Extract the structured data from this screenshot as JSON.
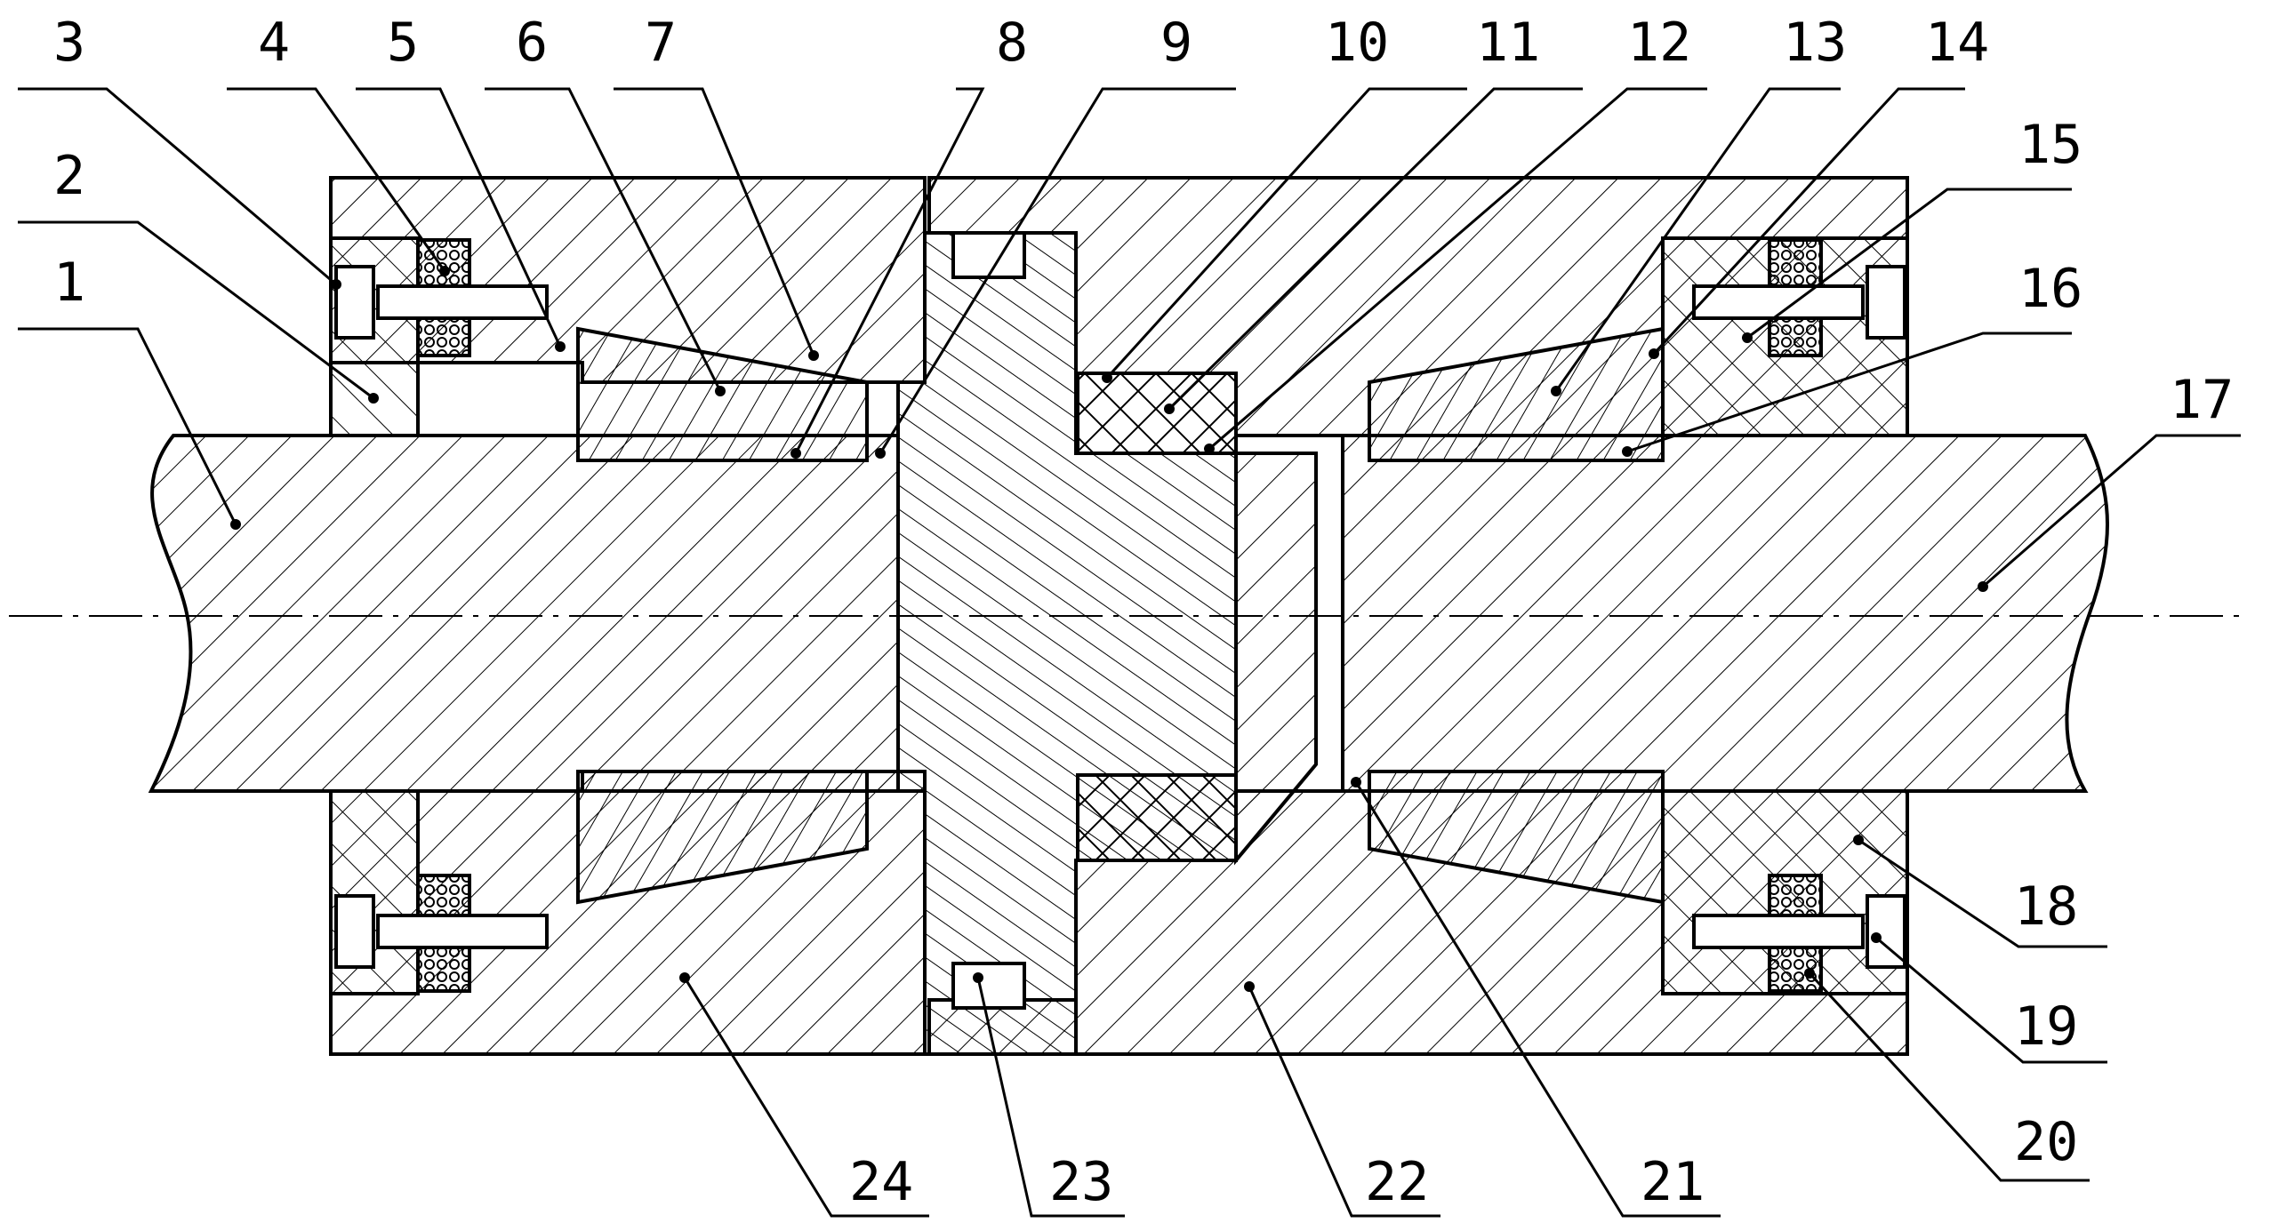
{
  "colors": {
    "ink": "#000000",
    "paper": "#ffffff"
  },
  "callouts": [
    {
      "id": "1",
      "label": "1"
    },
    {
      "id": "2",
      "label": "2"
    },
    {
      "id": "3",
      "label": "3"
    },
    {
      "id": "4",
      "label": "4"
    },
    {
      "id": "5",
      "label": "5"
    },
    {
      "id": "6",
      "label": "6"
    },
    {
      "id": "7",
      "label": "7"
    },
    {
      "id": "8",
      "label": "8"
    },
    {
      "id": "9",
      "label": "9"
    },
    {
      "id": "10",
      "label": "10"
    },
    {
      "id": "11",
      "label": "11"
    },
    {
      "id": "12",
      "label": "12"
    },
    {
      "id": "13",
      "label": "13"
    },
    {
      "id": "14",
      "label": "14"
    },
    {
      "id": "15",
      "label": "15"
    },
    {
      "id": "16",
      "label": "16"
    },
    {
      "id": "17",
      "label": "17"
    },
    {
      "id": "18",
      "label": "18"
    },
    {
      "id": "19",
      "label": "19"
    },
    {
      "id": "20",
      "label": "20"
    },
    {
      "id": "21",
      "label": "21"
    },
    {
      "id": "22",
      "label": "22"
    },
    {
      "id": "23",
      "label": "23"
    },
    {
      "id": "24",
      "label": "24"
    }
  ]
}
